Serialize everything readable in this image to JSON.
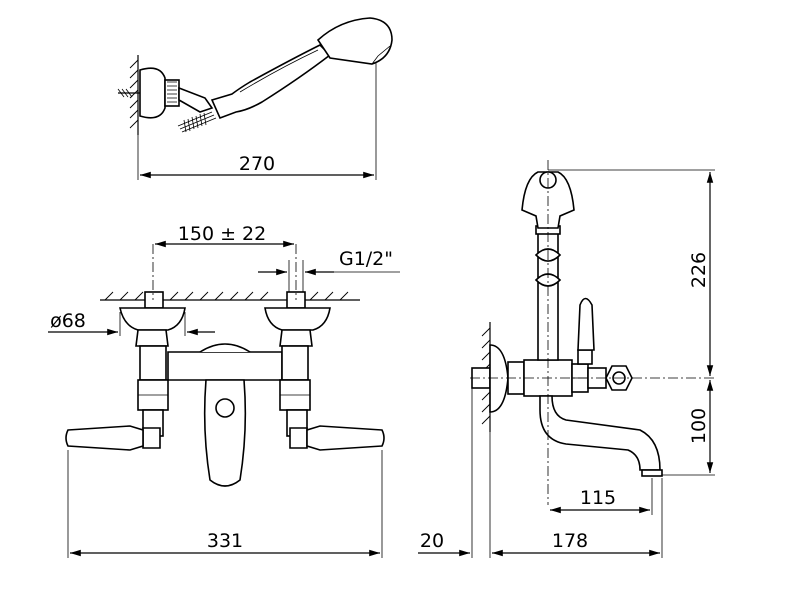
{
  "drawing": {
    "dimensions": {
      "handshower_length": "270",
      "center_distance": "150 ± 22",
      "thread": "G1/2\"",
      "diameter": "ø68",
      "overall_width": "331",
      "wall_offset": "20",
      "spout_projection": "178",
      "spout_reach": "115",
      "spout_height": "100",
      "height_above_axis": "226"
    }
  }
}
